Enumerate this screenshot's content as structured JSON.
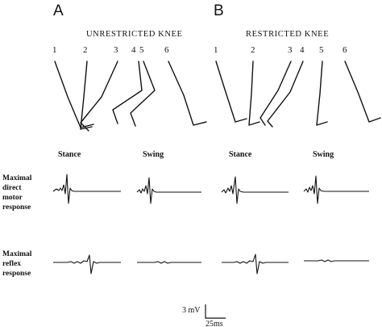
{
  "panels": [
    {
      "letter": "A",
      "title": "UNRESTRICTED KNEE",
      "frames": [
        "1",
        "2",
        "3",
        "4",
        "5",
        "6"
      ]
    },
    {
      "letter": "B",
      "title": "RESTRICTED KNEE",
      "frames": [
        "1",
        "2",
        "3",
        "4",
        "5",
        "6"
      ]
    }
  ],
  "phases": {
    "stance": "Stance",
    "swing": "Swing"
  },
  "rows": {
    "motor": [
      "Maximal",
      "direct",
      "motor",
      "response"
    ],
    "reflex": [
      "Maximal",
      "reflex",
      "response"
    ]
  },
  "scale": {
    "voltage": "3 mV",
    "time": "25ms"
  }
}
